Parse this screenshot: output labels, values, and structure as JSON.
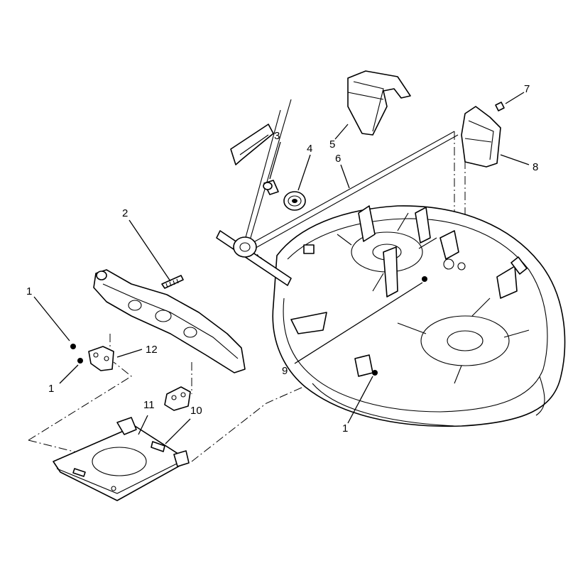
{
  "callouts": [
    {
      "id": "c1a",
      "label": "1"
    },
    {
      "id": "c1b",
      "label": "1"
    },
    {
      "id": "c1c",
      "label": "1"
    },
    {
      "id": "c2",
      "label": "2"
    },
    {
      "id": "c3",
      "label": "3"
    },
    {
      "id": "c4",
      "label": "4"
    },
    {
      "id": "c5",
      "label": "5"
    },
    {
      "id": "c6",
      "label": "6"
    },
    {
      "id": "c7",
      "label": "7"
    },
    {
      "id": "c8",
      "label": "8"
    },
    {
      "id": "c9",
      "label": "9"
    },
    {
      "id": "c10",
      "label": "10"
    },
    {
      "id": "c11",
      "label": "11"
    },
    {
      "id": "c12",
      "label": "12"
    }
  ]
}
